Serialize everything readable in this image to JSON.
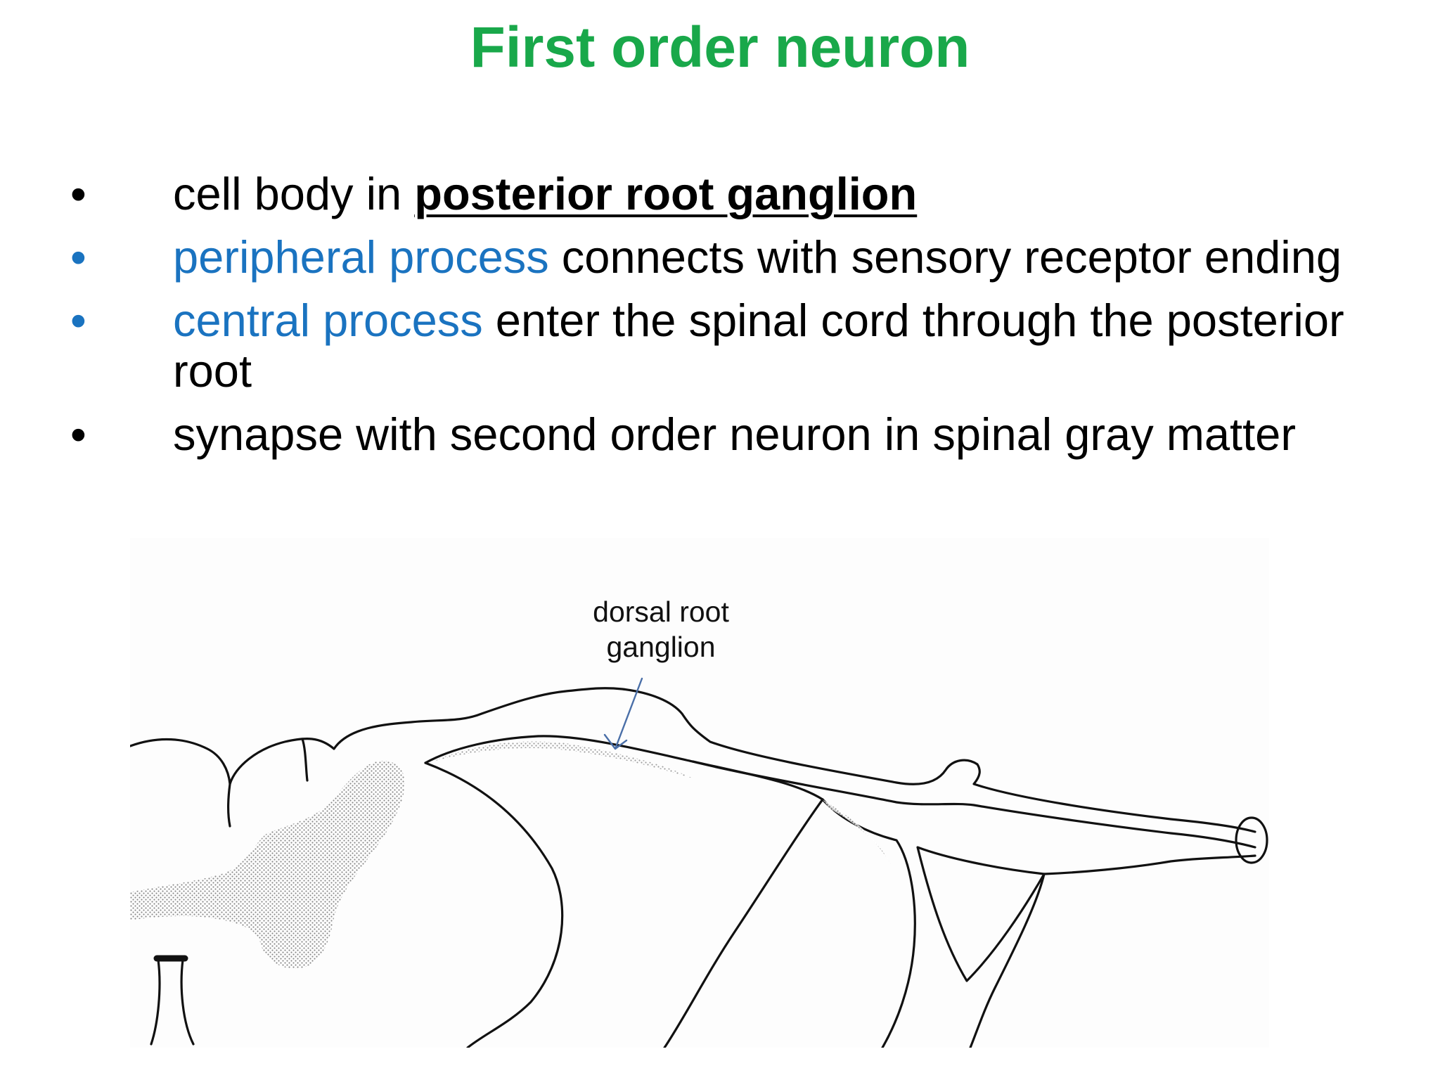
{
  "slide": {
    "title": "First order neuron",
    "bullets": [
      {
        "bullet_symbol": "•",
        "bullet_color": "#000000",
        "segments": [
          {
            "text": "cell body in ",
            "style": "plain",
            "color": "#000000"
          },
          {
            "text": "posterior root ganglion",
            "style": "bold-underline",
            "color": "#000000"
          }
        ]
      },
      {
        "bullet_symbol": "•",
        "bullet_color": "#1a73c0",
        "segments": [
          {
            "text": "peripheral process",
            "style": "plain",
            "color": "#1a73c0"
          },
          {
            "text": " connects with sensory receptor ending",
            "style": "plain",
            "color": "#000000"
          }
        ]
      },
      {
        "bullet_symbol": "•",
        "bullet_color": "#1a73c0",
        "segments": [
          {
            "text": "central process",
            "style": "plain",
            "color": "#1a73c0"
          },
          {
            "text": " enter the spinal cord through the posterior root",
            "style": "plain",
            "color": "#000000"
          }
        ]
      },
      {
        "bullet_symbol": "•",
        "bullet_color": "#000000",
        "segments": [
          {
            "text": "synapse with second order neuron in spinal gray matter",
            "style": "plain",
            "color": "#000000"
          }
        ]
      }
    ]
  },
  "figure": {
    "annotation_lines": [
      "dorsal root",
      "ganglion"
    ],
    "arrow_color": "#4a6fa8",
    "line_color": "#111111",
    "gray_matter_color": "#777777"
  },
  "colors": {
    "title": "#19a84a",
    "accent_blue": "#1a73c0",
    "text": "#000000"
  }
}
